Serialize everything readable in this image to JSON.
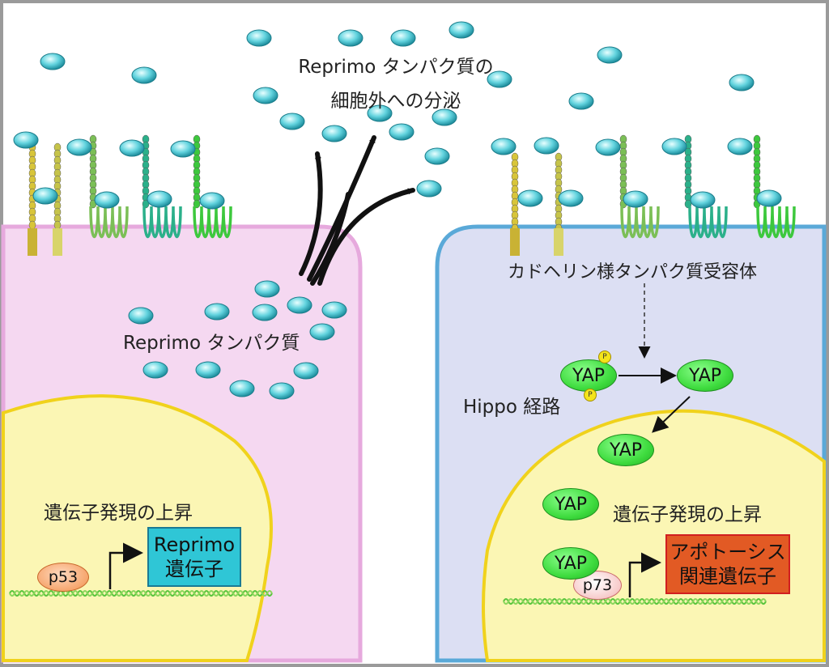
{
  "labels": {
    "secretion_line1": "Reprimo タンパク質の",
    "secretion_line2": "細胞外への分泌",
    "reprimo_protein": "Reprimo タンパク質",
    "cadherin_receptor": "カドヘリン様タンパク質受容体",
    "hippo_pathway": "Hippo 経路",
    "gene_up_left": "遺伝子発現の上昇",
    "gene_up_right": "遺伝子発現の上昇"
  },
  "boxes": {
    "reprimo_gene_line1": "Reprimo",
    "reprimo_gene_line2": "遺伝子",
    "apoptosis_line1": "アポトーシス",
    "apoptosis_line2": "関連遺伝子"
  },
  "factors": {
    "p53": "p53",
    "p73": "p73",
    "yap": "YAP",
    "phospho": "P"
  },
  "colors": {
    "left_cell": "#f5d8f1",
    "left_membrane": "#e6a9dd",
    "right_cell": "#dcdff3",
    "right_membrane": "#5aa9d8",
    "nucleus": "#fbf6b4",
    "nucleus_border": "#f0d21c",
    "reprimo_dot": "#5fd8e0",
    "yap": "#3fdc3f",
    "dna": "#58c43c"
  }
}
